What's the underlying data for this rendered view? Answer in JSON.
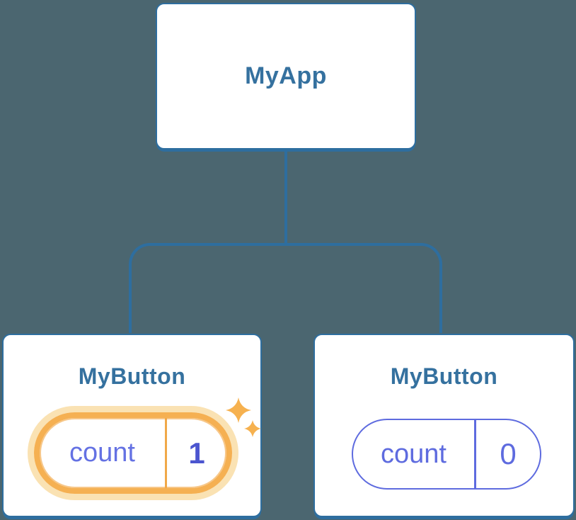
{
  "diagram": {
    "title": "react-component-tree",
    "colors": {
      "background": "#4B6670",
      "node_border": "#2E6E9F",
      "node_text": "#35719F",
      "state_purple": "#5E6BDF",
      "state_key_purple": "#6471E3",
      "state_value_purple": "#4B55CF",
      "highlight_orange": "#F5B052",
      "highlight_halo": "#FAE2B3",
      "highlight_divider": "#F0A848",
      "sparkle": "#F6B14F"
    },
    "root": {
      "label": "MyApp"
    },
    "children": [
      {
        "label": "MyButton",
        "state_key": "count",
        "state_value": "1",
        "highlighted": true
      },
      {
        "label": "MyButton",
        "state_key": "count",
        "state_value": "0",
        "highlighted": false
      }
    ]
  }
}
